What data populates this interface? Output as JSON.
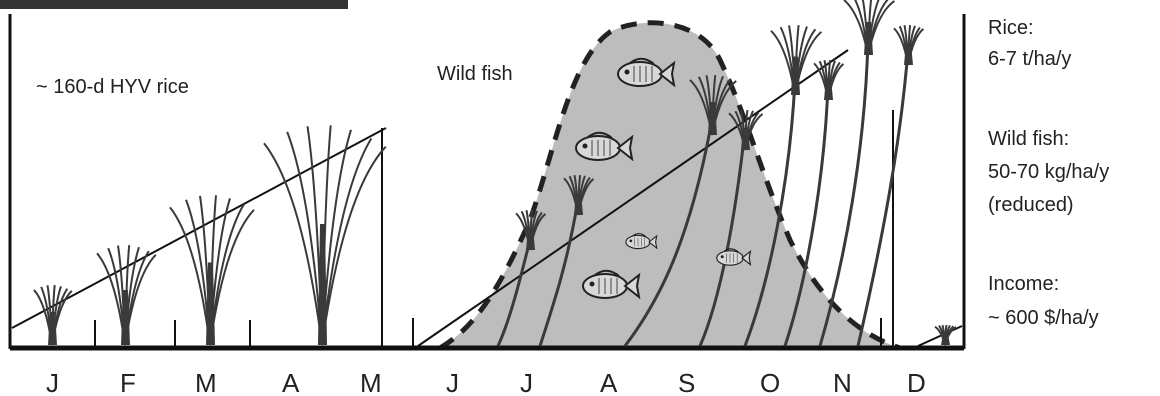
{
  "labels": {
    "hyv_rice": "~ 160-d HYV rice",
    "wild_fish": "Wild fish"
  },
  "months": [
    "J",
    "F",
    "M",
    "A",
    "M",
    "J",
    "J",
    "A",
    "S",
    "O",
    "N",
    "D"
  ],
  "summary": [
    {
      "label": "Rice:",
      "lines": [
        "6-7 t/ha/y"
      ]
    },
    {
      "label": "Wild fish:",
      "lines": [
        "50-70 kg/ha/y",
        "(reduced)"
      ]
    },
    {
      "label": "Income:",
      "lines": [
        "~ 600 $/ha/y"
      ]
    }
  ],
  "colors": {
    "fish_area": "#bdbdbd",
    "ink": "#222222",
    "plant": "#3a3a3a"
  },
  "icons": [
    "rice-plant-icon",
    "fish-icon"
  ]
}
